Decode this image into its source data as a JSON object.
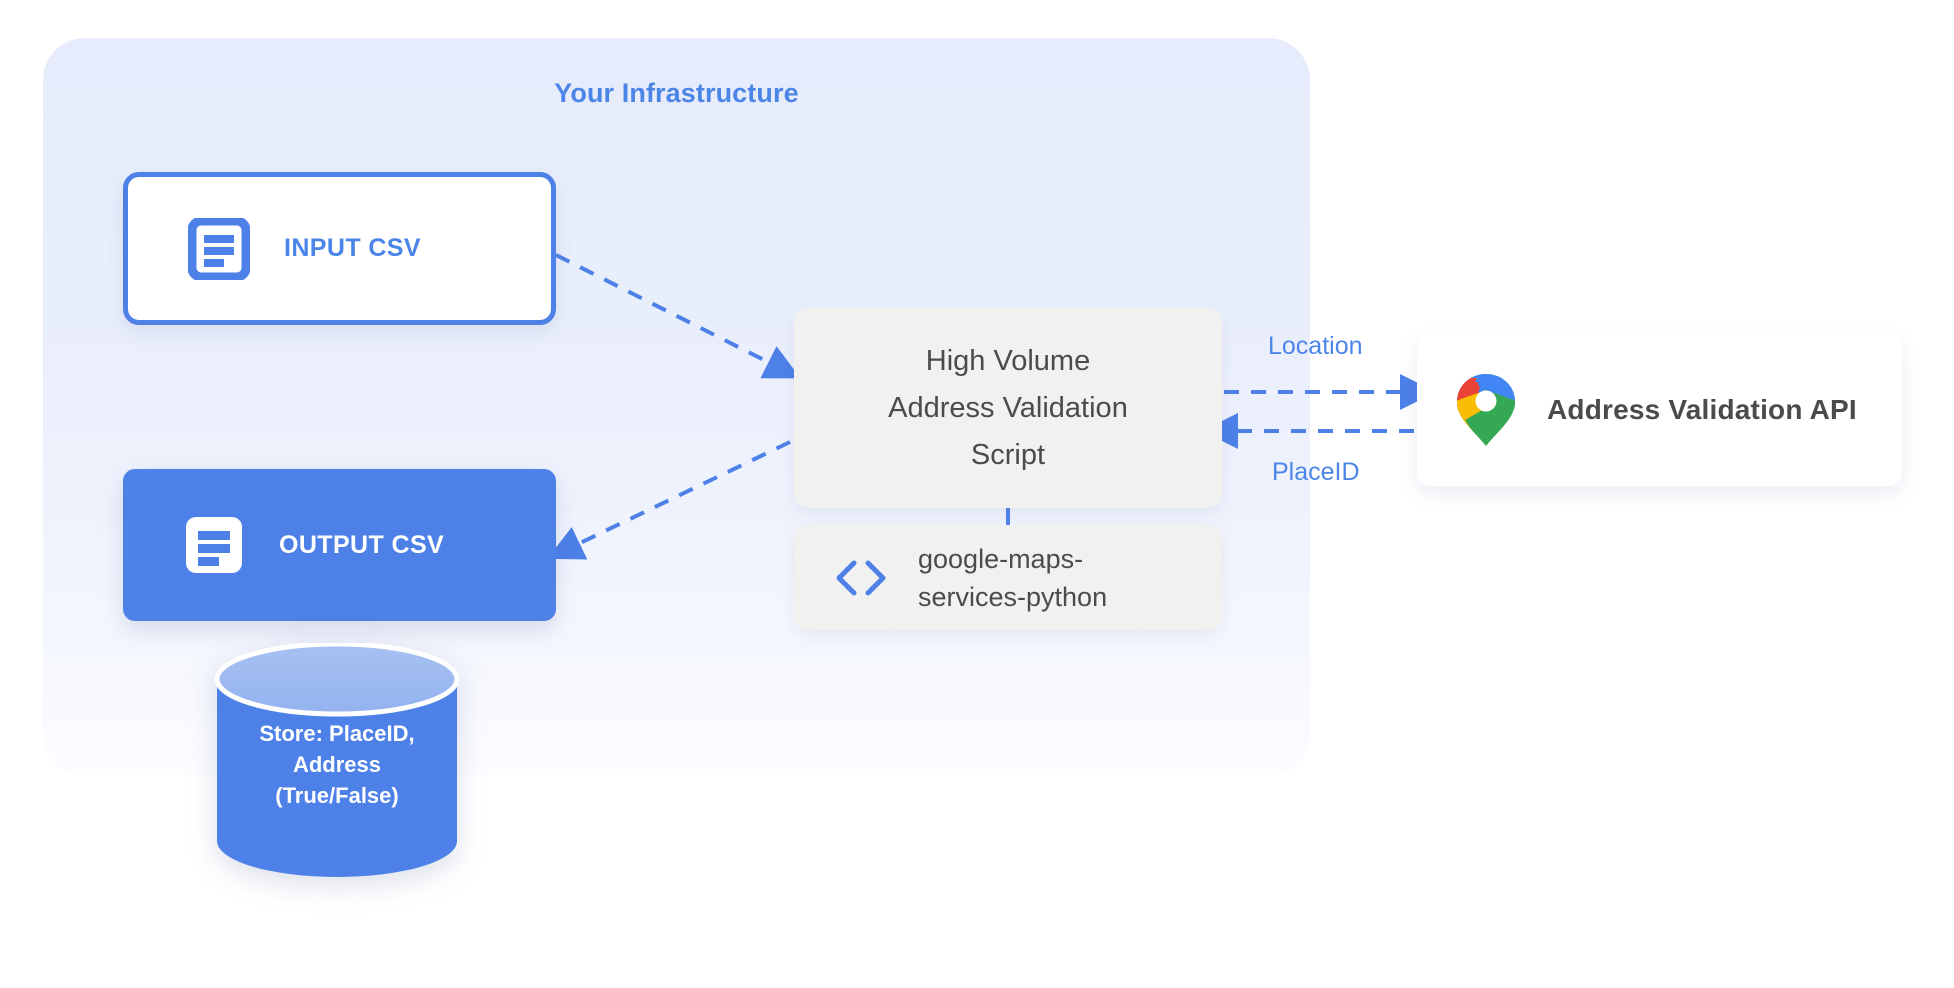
{
  "diagram": {
    "title": "Your Infrastructure",
    "accent_blue": "#4c85e8",
    "node_blue": "#4d81e8",
    "box_grey": "#f1f1f0",
    "text_grey": "#4b4b4b"
  },
  "nodes": {
    "input_csv": {
      "label": "INPUT CSV",
      "icon": "document-icon"
    },
    "output_csv": {
      "label": "OUTPUT CSV",
      "icon": "document-icon"
    },
    "datastore": {
      "line1": "Store: PlaceID,",
      "line2": "Address",
      "line3": "(True/False)"
    },
    "script": {
      "line1": "High Volume",
      "line2": "Address Validation",
      "line3": "Script"
    },
    "library": {
      "line1": "google-maps-",
      "line2": "services-python",
      "icon": "code-brackets-icon"
    },
    "api": {
      "label": "Address Validation API",
      "icon": "google-maps-pin-icon"
    }
  },
  "edges": {
    "location_label": "Location",
    "placeid_label": "PlaceID"
  }
}
